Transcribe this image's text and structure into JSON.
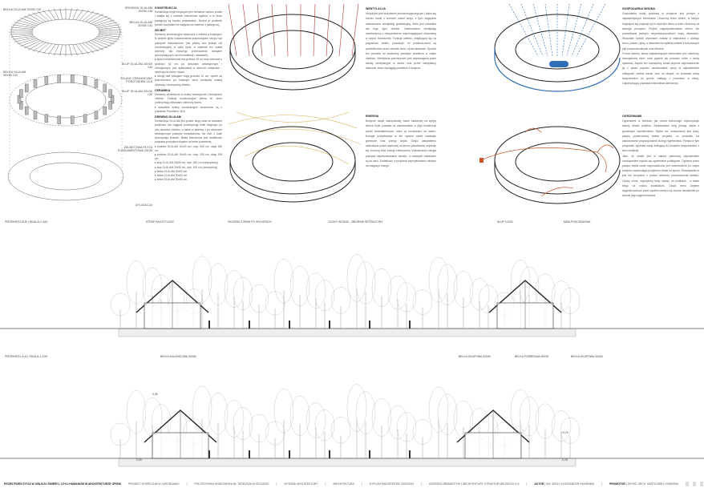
{
  "axonometric": {
    "labels": [
      "BELKA GLULAM 30X50 CM",
      "KROKIEW GLULAM 15X50 CM",
      "BELKA GLULAM 30X80 CM",
      "SŁUP GLULAM 15X50 CM",
      "BELKA GLULAM 30X60 CM",
      "ŚCIANY CERAMICZNE POROTHERM 18,8",
      "SŁUP GLULAM 20X30 CM",
      "ŻELBETOWA PŁYTA FUNDAMENTOWA 25CM",
      "DYLATACJA"
    ]
  },
  "konstrukcja": {
    "title": "KONSTRUKCJA",
    "intro": "Konstrukcja bryły hospicjum jest formalnie bardzo prosta i składa się z niewielu elementów ogółem, a te które występują są bardzo powtarzalne. Można je podzielić przede wszystkim ze względu na materiał, z jakiego są.",
    "h1": "ŻELBET",
    "p1": "Elementy konstrukcyjne wykonane z żelbetu w hospicjum to jedynie płyta fundamentowa poszczególne stropy nad pokojami mieszkańców (nie pełnią one jednak roli konstrukcyjnej w całej bryle, a materiał ten został wybrany dla lepszego przenoszenia obciążeń spoczywających na nim instalacji i nasadzeń).",
    "b1": "▸ płyta fundamentowa ma grubość 25 cm oraz żebrowe o grubości 45 cm po obwodzie wewnętrznym i zewnętrznym, jest dylatowana w czterech miejscach - dzieli się na cztery części.",
    "b2": "▸ stropy nad pokojami mają grubość 12 cm, oparte są jednostronnie po krótszym boku pomiędzy ścianą działową i zewnętrzną obiektu.",
    "h2": "CERAMIKA",
    "p2": "Elementy ceramiczne to ściany wewnętrzne i zewnętrzne obiektu. Funkcje konstrukcyjne pełnią te, które podtrzymują drewniane elementy dachu.",
    "b3": "▸ wszystkie ściany konstrukcyjne wznoszone są z pustaków Porotherm 18,8",
    "h3": "DREWNO GLULAM",
    "p3": "Konstrukcja GLULAM jest prosta: słupy wraz ze ścianami punktowo lub ciągłymi podtrzymują belki biegnące po obu stronach obiektu, a także w kalenicy i po obwodzie wewnętrznym pokojów mieszkańców. Na nich z kolei spoczywają krokwie. Belka kalenicowa jest dodatkowo podparta pochyłymi słupami na belce pośredniej.",
    "list": [
      "▸ krokiew GLULAM 15x50 cm, rozp. 925 cm, okap 180 cm",
      "▸ krokiew GLULAM 15x50 cm, rozp. 195 cm, okap 195 cm",
      "▸ słup GLULAM 20x30 cm, wys. 300 cm (wewnętrzny)",
      "▸ słup GLULAM 20x30 cm, wys. 300 cm (zewnętrzny)",
      "▸ belka GLULAM 30x50 cm",
      "▸ belka GLULAM 30x60 cm",
      "▸ belka GLULAM 30x80 cm"
    ]
  },
  "wentylacja": {
    "title": "WENTYLACJA",
    "p": "Hospicjum jest budynkiem jednokondygnacyjnym i styka się bardzo ściśle z terenem wokół niego, z tych względów zastosowano wentylację grawitacyjną, która jest naturalna dla tego typu obiektu. Zastosowano wentylację mechaniczną z rekuperatorem wspomagającym ulokowaną w części technicznej. Funkcja obiektu, znajdującej się na pograniczu zieleni, powoduje, że pomieszczenia są przewietrzane przez otwarte okna i drzwi tarasowe. Sposób ten pozwala na swobodny przepływ powietrza w całym obiekcie. Wentylacja pomieszczeń jest wspomagana przez kanały wentylacyjne w dachu oraz przez wentylatory dachowe, które wyciągają powietrze z wnętrza."
  },
  "energia": {
    "title": "ENERGIA",
    "p": "Budynek dzięki zakrzywionej, także narażonej na wpływ słońca bryle pozwala na zastosowanie w jego konstrukcji paneli fotowoltaicznych, które są montowane na dachu. Energia pozyskiwana w ten sposób zasila instalacje grzewcze oraz pompy ciepła. Dzięki całkowitemu zasłonięciu połaci dachowej od strony południowej uzyskuje się znaczną ilość energii elektrycznej. Wytwarzana energia pokrywa zapotrzebowanie obiektu, a nadwyżki oddawane są do sieci. Dodatkowo w projekcie zaprojektowano miejsce na magazyn energii."
  },
  "gospodarka_wodna": {
    "title": "GOSPODARKA WODNA",
    "p1": "Gospodarka wodą opadową w projekcie jest jednym z najważniejszych elementów. Otoczony teren zieleni, w którym hospicjum się znajduje był w myśl idei domu w lesie chroniony od samego początku. Projekt zagospodarowania terenu nie przewidywał żadnych nieprzepuszczalnych wodę utwardzeń. Wszystkie ścieżki wykonane zostały w większości z ubitego żwiru, piasku i gliny, a utwardzenia najbliżej obiektu z betonowych płyt przepuszczalnych oraz drewna.",
    "p2": "Forma obiektu, której najważniejszym elementem jest obszerny, dwuspadowy dach rodzi pytanie jak poradzić sobie z wodą opadową. Aspekt ten rozwiązany został poprzez odprowadzenie jej z połaci poprzez zastosowanie rynny w odpowiednich odstępach wzdłuż dachu oraz na okapie, co prowadzi wodę bezpośrednio do gruntu, trafiając z powrotem w obieg. Odparowujący poprawia mikroklimat dziedzińca."
  },
  "ogrzewanie": {
    "title": "OGRZEWANIE",
    "p1": "Ogrzewanie w obiekcie, jak reszta technologii, wykorzystuje walory działki projektu. Zastosowano tutaj pompę ciepła z gruntowym wymiennikiem. Wybór ten uzasadniony jest dużą, płaską powierzchnią terenu projektu, co pozwoliło na zastosowanie proporcjonalnie dużego wymiennika. Pompa w tym przypadku ogrzewa wodę trafiającą do budynku bezpośrednio z sieci miejskiej.",
    "p2": "Jako, że obiekt jest w całości parterowy odpowiednim rozwiązaniem wydało się ogrzewanie podłogowe. Ogrzana przez pompę ciepła woda rozprowadzona jest równomiernie po całym budynku zapewniając przyjemne ciepło od spodu. Rozwiązanie to jest też korzystne z punktu widzenia przeznaczenia obiektu. Osoby chore, najczęściej bosy stanąć na podłodze - a także leżąc na wózku inwalidzkim. Dzięki temu ciepłem wygenerowanym przez system cieszyć się można niezależnie po ścianie jego wygenerowania."
  },
  "section_bb": {
    "title": "PRZEKRÓJ B-B  |  SKALA 1:100",
    "callouts": [
      "STROP AKUSTYCZNY",
      "PAGÓRKI Z ZIEMI PO WYKOPACH",
      "OCZKO WODNE - ZBIORNIK RETENCYJNY",
      "SŁUP 10X30",
      "MISA PODCIENIOWA"
    ]
  },
  "section_aa": {
    "title": "PRZEKRÓJ A-A  |  SKALA 1:100",
    "callouts": [
      "BELKA KALENICOWA 30X80",
      "BELKA OKAPOWA 30X60",
      "BELKA POŚREDNIA 30X50",
      "BELKA OKAPOWA 30X60"
    ],
    "levels": [
      "3,55",
      "0,00",
      "-0,15",
      "+3,20"
    ]
  },
  "footer": {
    "title": "PRZESTRZEŃ ŻYCIA W OBLICZU ŚMIERCI, CZYLI HUMANIZM W ARCHITEKTURZE OPIEKI",
    "subtitle": "PROJEKT HOSPICJUM W JAROSŁAWIU",
    "items": [
      "POLITECHNIKA KRAKOWSKA IM. TADEUSZA KOŚCIUSZKI",
      "WYDZIAŁ ARCHITEKTURY",
      "ARCHITEKTURA",
      "DYPLOM MAGISTERSKI 2022/2023",
      "KATEDRA URBANISTYKI I ARCHITEKTURY STRUKTUR MIEJSKICH A-9"
    ],
    "author_label": "Autor",
    "author": "inż. arch. Aleksander Kwaśniak",
    "promoter_label": "Promotor",
    "promoter": "dr inż. arch. Bartłomiej Homiński"
  },
  "colors": {
    "water": "#2f6db5",
    "heat": "#c9542b",
    "energy": "#d8b45a",
    "vent": "#b03a3a"
  }
}
